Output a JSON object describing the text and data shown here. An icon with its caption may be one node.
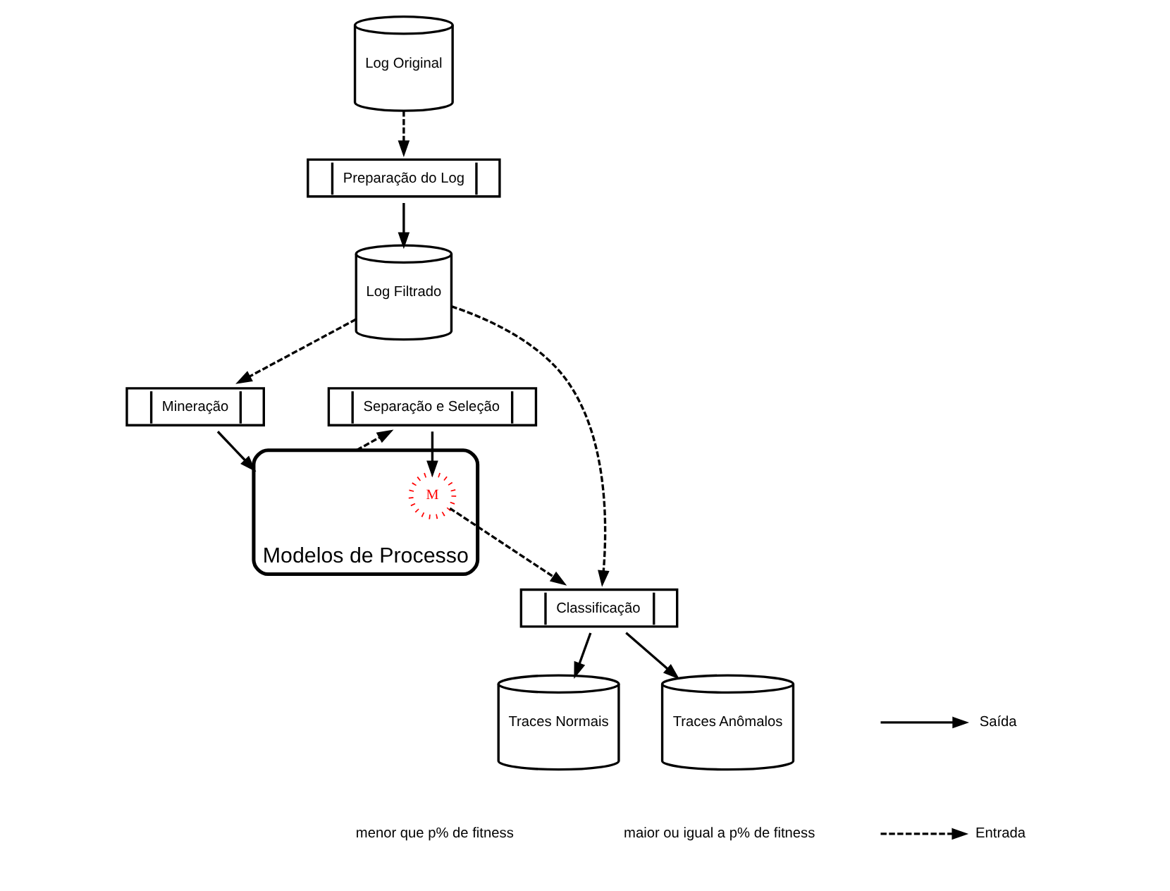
{
  "diagram": {
    "nodes": [
      {
        "text": [
          "Preparação do Log"
        ]
      },
      {
        "text": [
          "Log Original"
        ]
      },
      {
        "text": [
          "Log Filtrado"
        ]
      },
      {
        "text": [
          "Mineração"
        ]
      },
      {
        "text": [
          "Modelos de Processo"
        ]
      },
      {
        "text": [
          "Separação e Seleção"
        ]
      },
      {
        "text": [
          "M"
        ],
        "in": 4
      },
      {
        "text": [
          "Classificação"
        ]
      },
      {
        "text": [
          "Traces Anômalos"
        ]
      },
      {
        "text": [
          "Traces Normais"
        ]
      }
    ],
    "edges": [
      {
        "from": 1,
        "to": 0,
        "arrow": "to",
        "style": "dashed"
      },
      {
        "from": 0,
        "to": 2,
        "arrow": "to"
      },
      {
        "from": 2,
        "to": 3,
        "arrow": "to",
        "style": "dashed"
      },
      {
        "from": 2,
        "to": 7,
        "arrow": "to",
        "style": "dashed"
      },
      {
        "from": 3,
        "to": 4,
        "arrow": "to"
      },
      {
        "from": 4,
        "to": 5,
        "arrow": "to",
        "style": "dashed"
      },
      {
        "from": 5,
        "to": 6,
        "arrow": "to"
      },
      {
        "from": 6,
        "to": 7,
        "arrow": "to",
        "style": "dashed"
      },
      {
        "from": 7,
        "to": 8,
        "arrow": "to"
      },
      {
        "from": 7,
        "to": 9,
        "arrow": "to"
      }
    ],
    "labels": [
      "menor que p% de fitness",
      "maior ou igual a p% de fitness"
    ],
    "legend": [
      {
        "text": "Saída"
      },
      {
        "text": "Entrada"
      }
    ]
  }
}
